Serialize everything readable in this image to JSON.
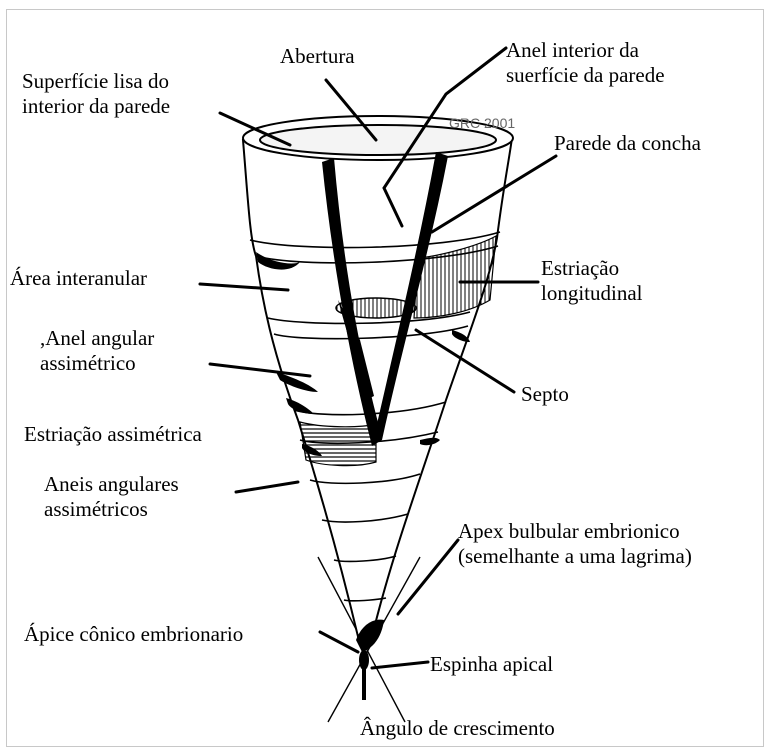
{
  "image": {
    "background": "#ffffff",
    "ink": "#000000"
  },
  "copyright": "GRC 2001",
  "labels": {
    "superficie_lisa": [
      "Superfície lisa do",
      "interior da parede"
    ],
    "abertura": [
      "Abertura"
    ],
    "anel_interior": [
      "Anel interior da",
      "suerfície da parede"
    ],
    "parede_concha": [
      "Parede da concha"
    ],
    "area_interanular": [
      "Área interanular"
    ],
    "estriacao_longitudinal": [
      "Estriação",
      "longitudinal"
    ],
    "anel_angular": [
      ",Anel angular",
      "assimétrico"
    ],
    "septo": [
      "Septo"
    ],
    "estriacao_assimetrica": [
      "Estriação assimétrica"
    ],
    "aneis_angulares": [
      "Aneis angulares",
      "assimétricos"
    ],
    "apex_bulbular": [
      "Apex bulbular embrionico",
      "(semelhante a uma lagrima)"
    ],
    "apice_conico": [
      "Ápice cônico embrionario"
    ],
    "espinha_apical": [
      "Espinha apical"
    ],
    "angulo_crescimento": [
      "Ângulo de crescimento"
    ]
  }
}
